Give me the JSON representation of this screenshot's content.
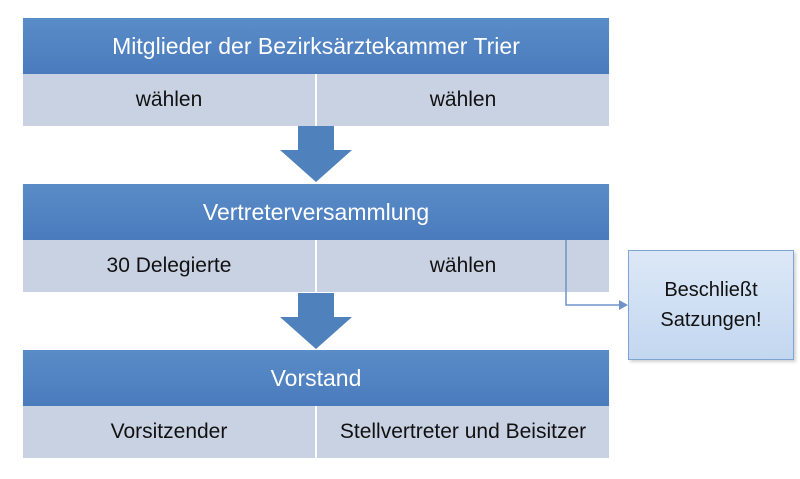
{
  "colors": {
    "header_blue": "#4f81bd",
    "row_fill": "#c9d2e3",
    "side_box_fill": "#d3e2f5",
    "connector": "#6f93c9"
  },
  "blocks": [
    {
      "title": "Mitglieder der Bezirksärztekammer Trier",
      "left": "wählen",
      "right": "wählen"
    },
    {
      "title": "Vertreterversammlung",
      "left": "30 Delegierte",
      "right": "wählen"
    },
    {
      "title": "Vorstand",
      "left": "Vorsitzender",
      "right": "Stellvertreter und Beisitzer"
    }
  ],
  "side_box": {
    "line1": "Beschließt",
    "line2": "Satzungen!"
  }
}
